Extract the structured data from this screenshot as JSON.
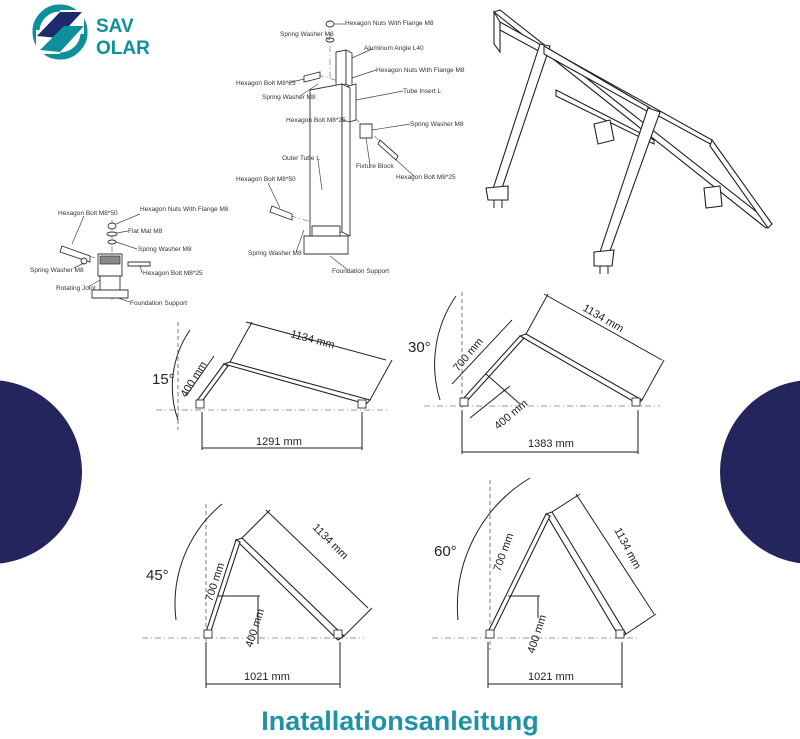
{
  "logo": {
    "text_top": "SAV",
    "text_bottom": "OLAR",
    "color": "#0f8f9a"
  },
  "exploded_small": {
    "labels": [
      "Hexagon Bolt M8*50",
      "Hexagon Nuts With Flange M8",
      "Flat Mat M8",
      "Spring Washer M8",
      "Spring Washer M8",
      "Hexagon Bolt M8*25",
      "Rotating Joint",
      "Foundation Support"
    ]
  },
  "exploded_large": {
    "labels": [
      "Hexagon Nuts With Flange M8",
      "Spring Washer M8",
      "Aluminum Angle L40",
      "Hexagon Bolt M8*25",
      "Hexagon Nuts With Flange M8",
      "Spring Washer M8",
      "Tube Insert L",
      "Hexagon Bolt M8*25",
      "Spring Washer M8",
      "Outer Tube L",
      "Fixture Block",
      "Hexagon Bolt M8*25",
      "Hexagon Bolt M8*50",
      "Spring Washer M8",
      "Foundation Support"
    ]
  },
  "configs": [
    {
      "angle": "15°",
      "panel": "1134 mm",
      "leg": "400 mm",
      "base": "1291 mm"
    },
    {
      "angle": "30°",
      "panel": "1134 mm",
      "leg_upper": "700 mm",
      "leg_lower": "400 mm",
      "base": "1383 mm"
    },
    {
      "angle": "45°",
      "panel": "1134 mm",
      "leg_upper": "700 mm",
      "leg_lower": "400 mm",
      "base": "1021 mm"
    },
    {
      "angle": "60°",
      "panel": "1134 mm",
      "leg_upper": "700 mm",
      "leg_lower": "400 mm",
      "base": "1021 mm"
    }
  ],
  "footer": {
    "title": "Inatallationsanleitung",
    "color": "#1e93a6"
  },
  "decor": {
    "circle_color": "#25255e"
  }
}
